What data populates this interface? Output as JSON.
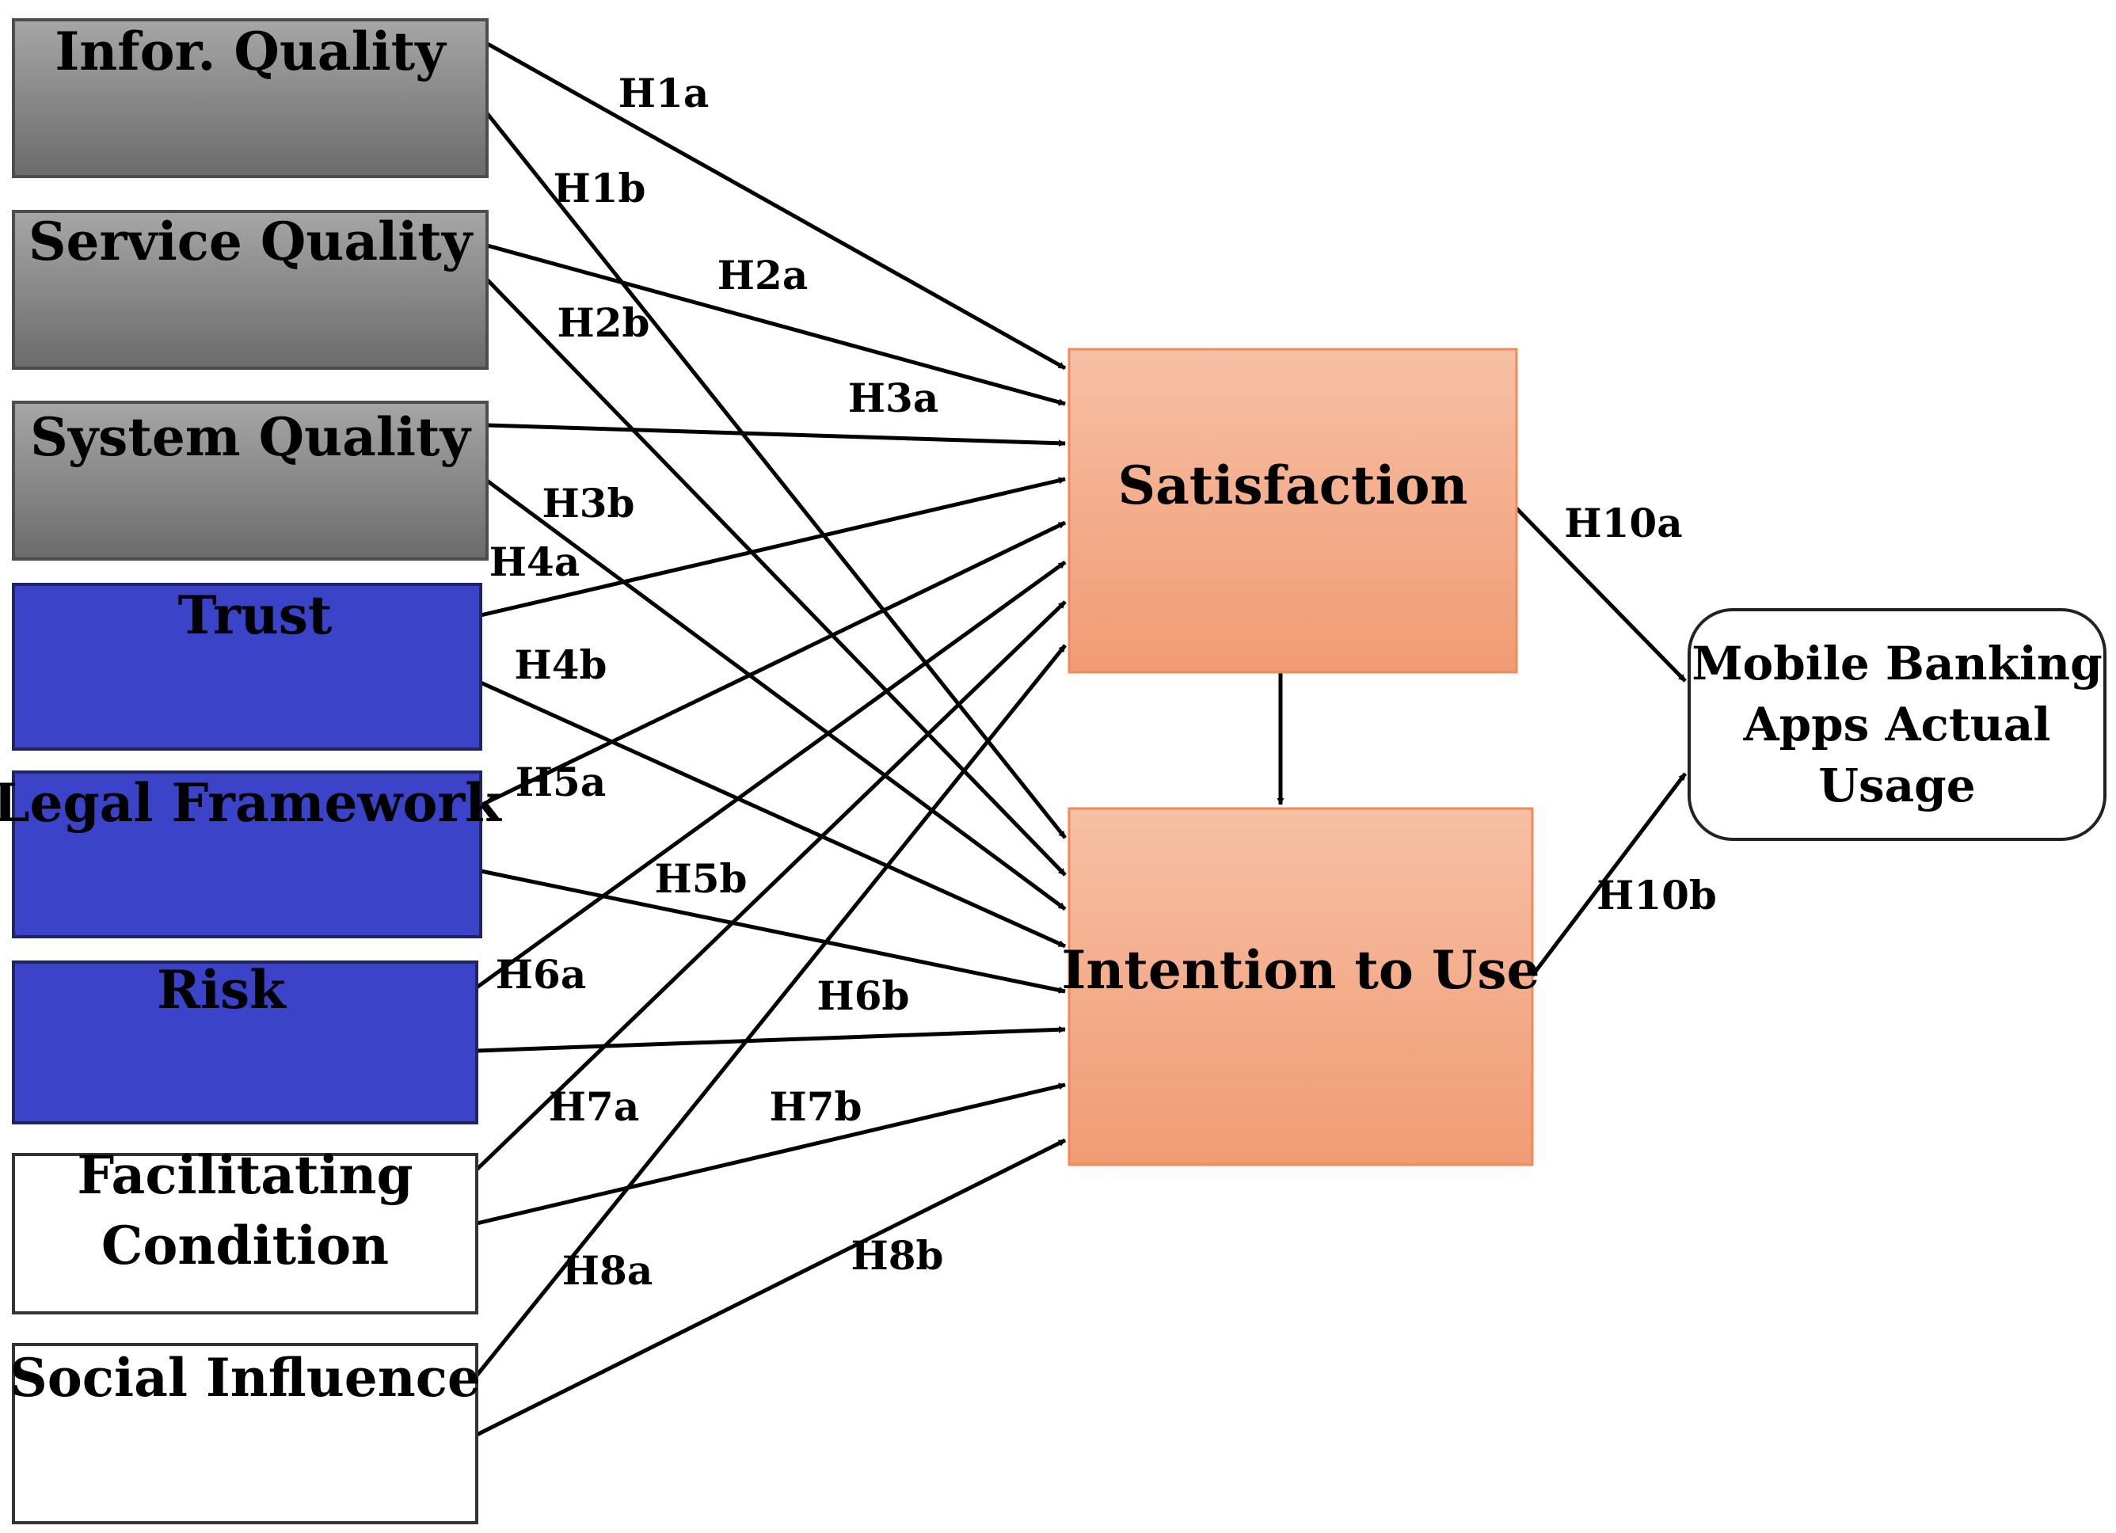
{
  "colors": {
    "quality_top": "#a6a6a6",
    "quality_bottom": "#6b6b6b",
    "quality_border": "#4d4d4d",
    "blue_fill": "#3b44c9",
    "blue_border": "#1f2466",
    "white_fill": "#ffffff",
    "white_border": "#333333",
    "mediator_top": "#f6c0a4",
    "mediator_bottom": "#f19b74",
    "mediator_border": "#f08a5a",
    "arrow": "#000000"
  },
  "nodes": {
    "infor_quality": {
      "lines": [
        "Infor. Quality"
      ]
    },
    "service_quality": {
      "lines": [
        "Service Quality"
      ]
    },
    "system_quality": {
      "lines": [
        "System Quality"
      ]
    },
    "trust": {
      "lines": [
        "Trust"
      ]
    },
    "legal_framework": {
      "lines": [
        "Legal Framework"
      ]
    },
    "risk": {
      "lines": [
        "Risk"
      ]
    },
    "facilitating_condition": {
      "lines": [
        "Facilitating",
        "Condition"
      ]
    },
    "social_influence": {
      "lines": [
        "Social Influence"
      ]
    },
    "satisfaction": {
      "lines": [
        "Satisfaction"
      ]
    },
    "intention_to_use": {
      "lines": [
        "Intention to Use"
      ]
    },
    "actual_usage": {
      "lines": [
        "Mobile Banking",
        "Apps Actual",
        "Usage"
      ]
    }
  },
  "hypotheses": [
    {
      "id": "H1a",
      "from": "infor_quality",
      "to": "satisfaction"
    },
    {
      "id": "H1b",
      "from": "infor_quality",
      "to": "intention_to_use"
    },
    {
      "id": "H2a",
      "from": "service_quality",
      "to": "satisfaction"
    },
    {
      "id": "H2b",
      "from": "service_quality",
      "to": "intention_to_use"
    },
    {
      "id": "H3a",
      "from": "system_quality",
      "to": "satisfaction"
    },
    {
      "id": "H3b",
      "from": "system_quality",
      "to": "intention_to_use"
    },
    {
      "id": "H4a",
      "from": "trust",
      "to": "satisfaction"
    },
    {
      "id": "H4b",
      "from": "trust",
      "to": "intention_to_use"
    },
    {
      "id": "H5a",
      "from": "legal_framework",
      "to": "satisfaction"
    },
    {
      "id": "H5b",
      "from": "legal_framework",
      "to": "intention_to_use"
    },
    {
      "id": "H6a",
      "from": "risk",
      "to": "satisfaction"
    },
    {
      "id": "H6b",
      "from": "risk",
      "to": "intention_to_use"
    },
    {
      "id": "H7a",
      "from": "facilitating_condition",
      "to": "satisfaction"
    },
    {
      "id": "H7b",
      "from": "facilitating_condition",
      "to": "intention_to_use"
    },
    {
      "id": "H8a",
      "from": "social_influence",
      "to": "satisfaction"
    },
    {
      "id": "H8b",
      "from": "social_influence",
      "to": "intention_to_use"
    },
    {
      "id": "",
      "from": "satisfaction",
      "to": "intention_to_use"
    },
    {
      "id": "H10a",
      "from": "satisfaction",
      "to": "actual_usage"
    },
    {
      "id": "H10b",
      "from": "intention_to_use",
      "to": "actual_usage"
    }
  ]
}
